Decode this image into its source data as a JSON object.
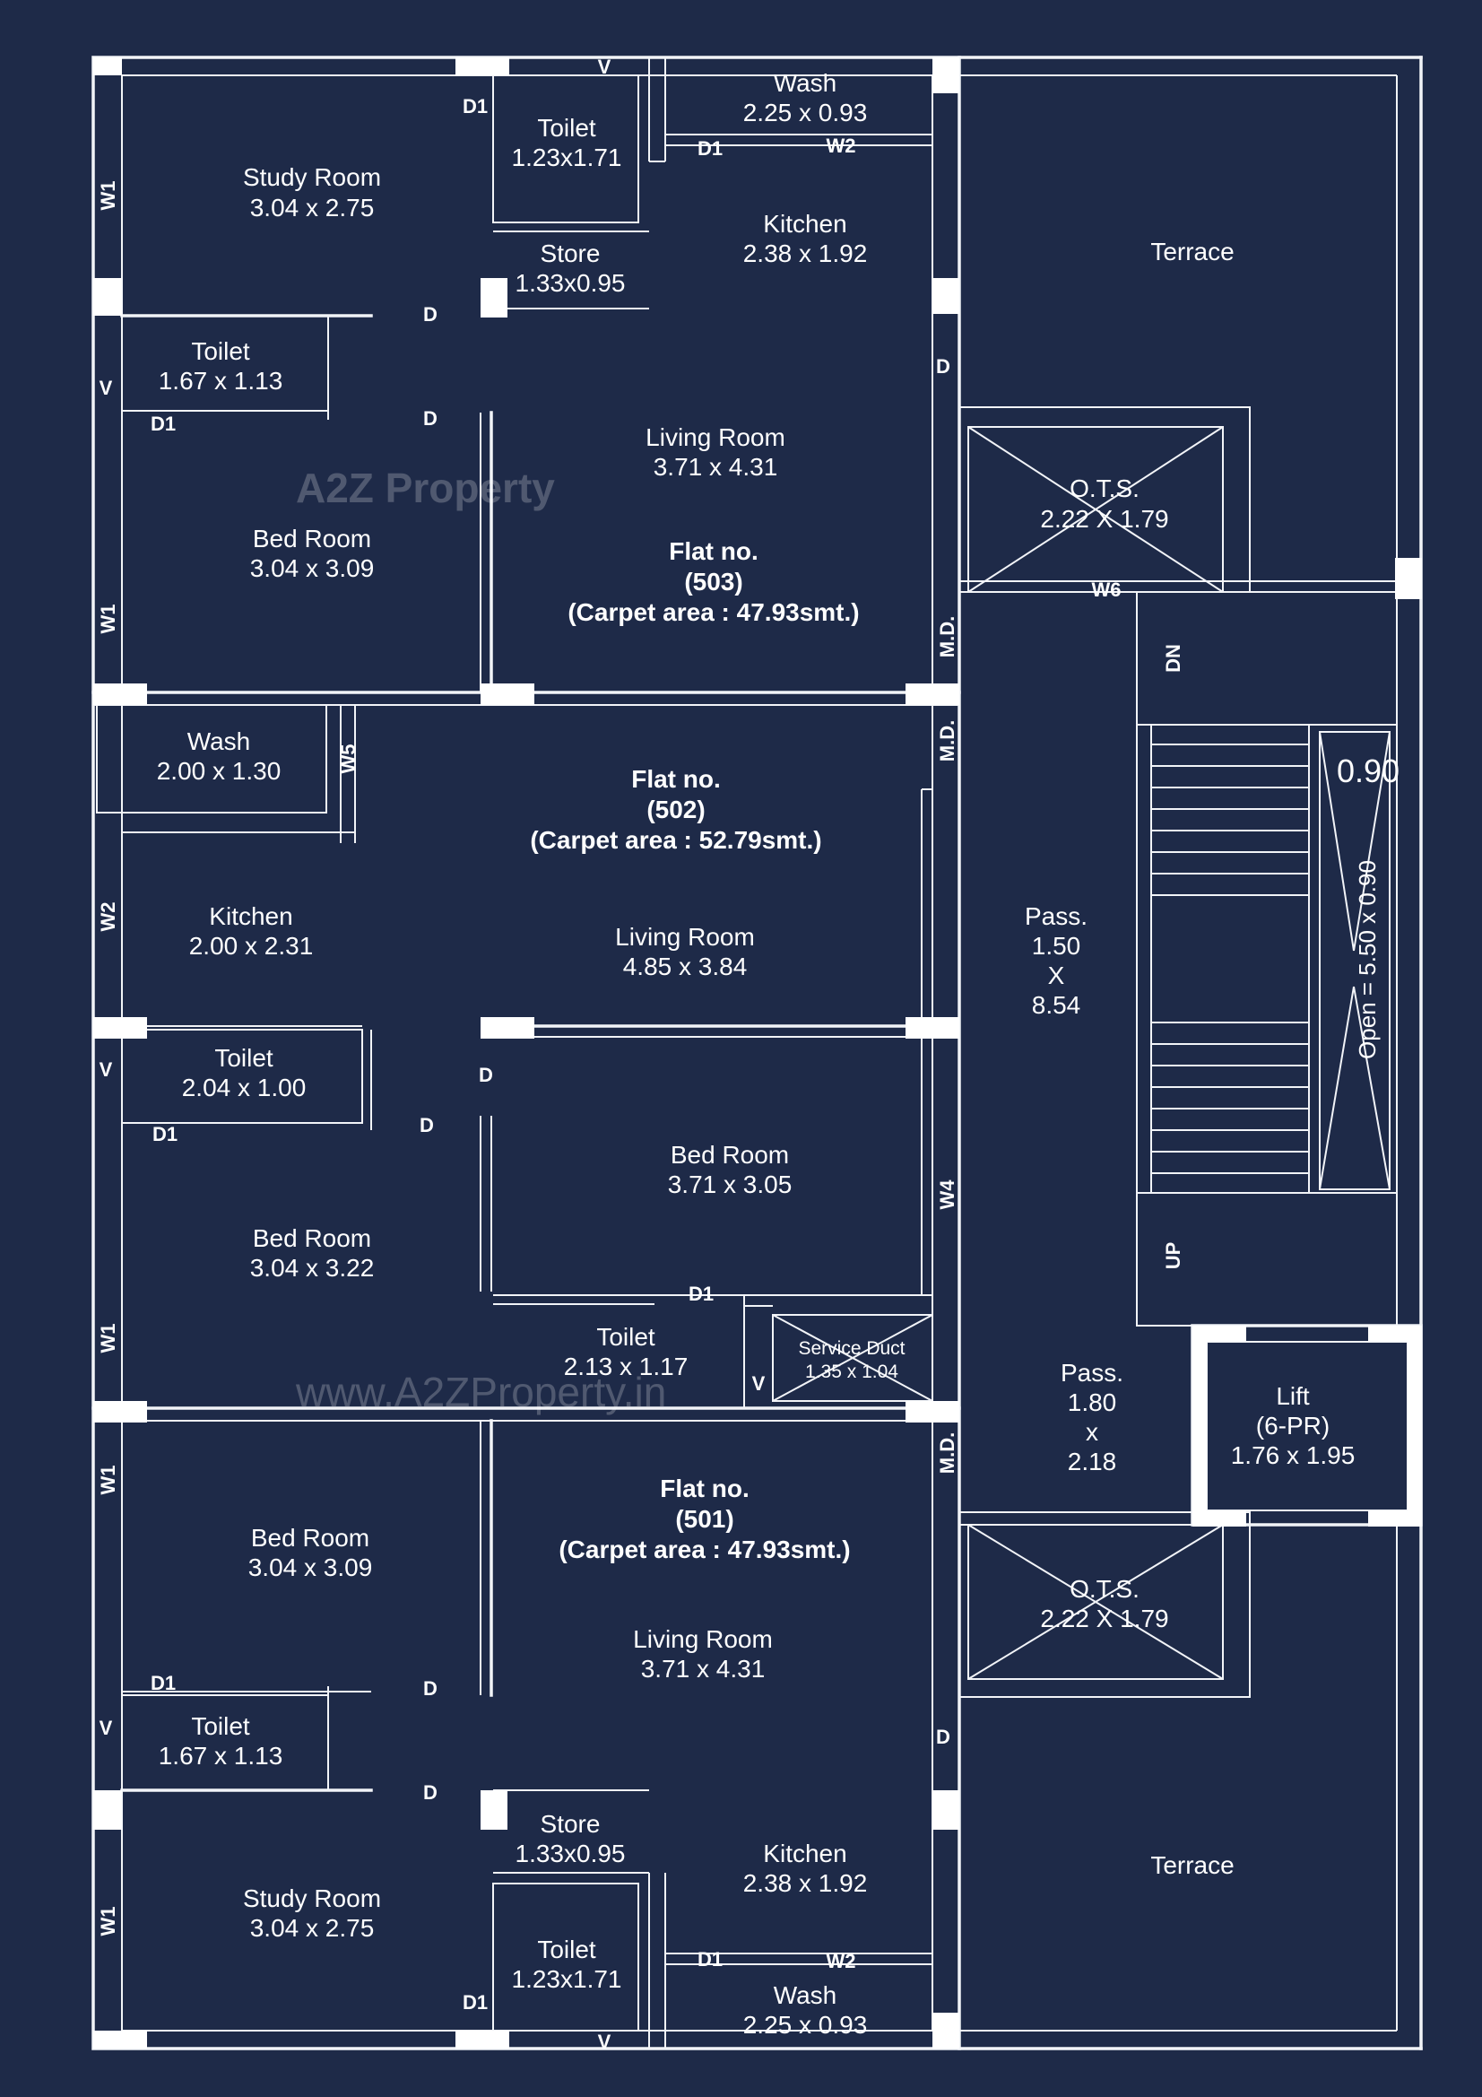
{
  "rooms": {
    "r503_study": {
      "name": "Study Room",
      "dim": "3.04 x 2.75"
    },
    "r503_toilet_a": {
      "name": "Toilet",
      "dim": "1.23x1.71"
    },
    "r503_wash": {
      "name": "Wash",
      "dim": "2.25 x 0.93"
    },
    "r503_kitchen": {
      "name": "Kitchen",
      "dim": "2.38 x 1.92"
    },
    "r503_store": {
      "name": "Store",
      "dim": "1.33x0.95"
    },
    "r503_toilet_b": {
      "name": "Toilet",
      "dim": "1.67 x 1.13"
    },
    "r503_living": {
      "name": "Living Room",
      "dim": "3.71 x 4.31"
    },
    "r503_bed": {
      "name": "Bed Room",
      "dim": "3.04 x 3.09"
    },
    "r502_wash": {
      "name": "Wash",
      "dim": "2.00 x 1.30"
    },
    "r502_kitchen": {
      "name": "Kitchen",
      "dim": "2.00 x 2.31"
    },
    "r502_living": {
      "name": "Living Room",
      "dim": "4.85 x 3.84"
    },
    "r502_toilet_a": {
      "name": "Toilet",
      "dim": "2.04 x 1.00"
    },
    "r502_bed_a": {
      "name": "Bed Room",
      "dim": "3.71 x 3.05"
    },
    "r502_bed_b": {
      "name": "Bed Room",
      "dim": "3.04 x 3.22"
    },
    "r502_toilet_b": {
      "name": "Toilet",
      "dim": "2.13 x 1.17"
    },
    "service_duct": {
      "name": "Service Duct",
      "dim": "1.35 x 1.04"
    },
    "r501_bed": {
      "name": "Bed Room",
      "dim": "3.04 x 3.09"
    },
    "r501_living": {
      "name": "Living Room",
      "dim": "3.71 x 4.31"
    },
    "r501_toilet_b": {
      "name": "Toilet",
      "dim": "1.67 x 1.13"
    },
    "r501_store": {
      "name": "Store",
      "dim": "1.33x0.95"
    },
    "r501_kitchen": {
      "name": "Kitchen",
      "dim": "2.38 x 1.92"
    },
    "r501_study": {
      "name": "Study Room",
      "dim": "3.04 x 2.75"
    },
    "r501_toilet_a": {
      "name": "Toilet",
      "dim": "1.23x1.71"
    },
    "r501_wash": {
      "name": "Wash",
      "dim": "2.25 x 0.93"
    },
    "terrace_top": {
      "name": "Terrace"
    },
    "terrace_bottom": {
      "name": "Terrace"
    },
    "ots_top": {
      "name": "O.T.S.",
      "dim": "2.22 X 1.79"
    },
    "ots_bottom": {
      "name": "O.T.S.",
      "dim": "2.22 X 1.79"
    },
    "pass_main": {
      "l1": "Pass.",
      "l2": "1.50",
      "l3": "X",
      "l4": "8.54"
    },
    "pass_small": {
      "l1": "Pass.",
      "l2": "1.80",
      "l3": "x",
      "l4": "2.18"
    },
    "lift": {
      "l1": "Lift",
      "l2": "(6-PR)",
      "l3": "1.76 x 1.95"
    }
  },
  "flats": {
    "f503": {
      "l1": "Flat no.",
      "l2": "(503)",
      "l3": "(Carpet area : 47.93smt.)"
    },
    "f502": {
      "l1": "Flat no.",
      "l2": "(502)",
      "l3": "(Carpet area : 52.79smt.)"
    },
    "f501": {
      "l1": "Flat no.",
      "l2": "(501)",
      "l3": "(Carpet area : 47.93smt.)"
    }
  },
  "markers": {
    "D": "D",
    "D1": "D1",
    "V": "V",
    "MD": "M.D.",
    "W1": "W1",
    "W2": "W2",
    "W4": "W4",
    "W5": "W5",
    "W6": "W6",
    "UP": "UP",
    "DN": "DN"
  },
  "stair": {
    "width": "0.90",
    "open": "Open = 5.50 x 0.90"
  },
  "watermark": {
    "logo": "A2Z Property",
    "url": "www.A2ZProperty.in"
  }
}
